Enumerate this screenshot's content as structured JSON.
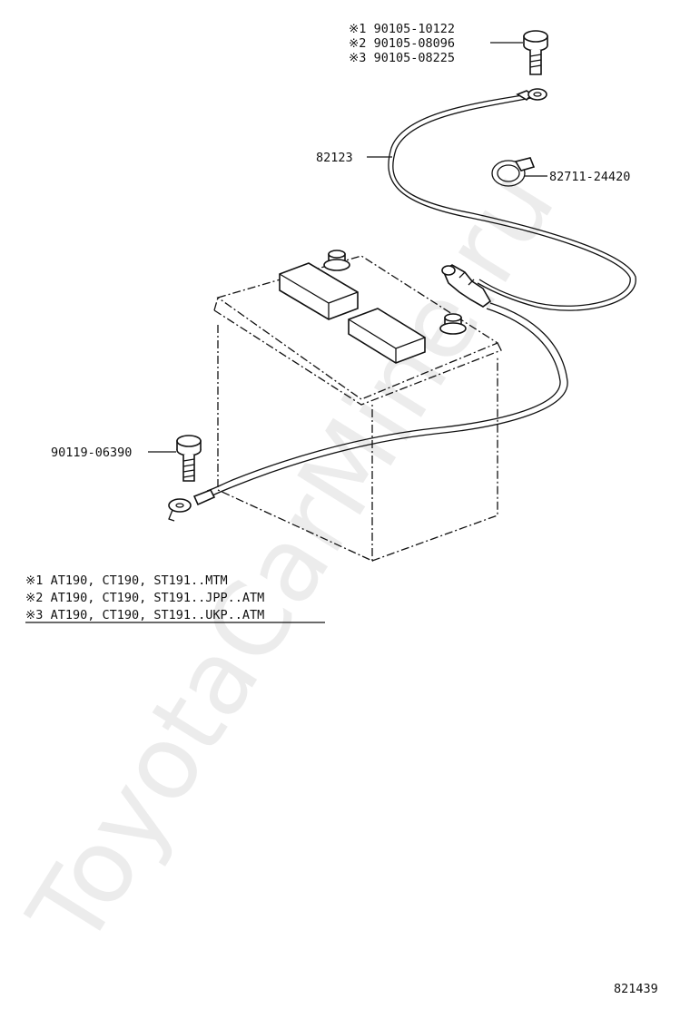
{
  "watermark": "ToyotaCarMine.ru",
  "callouts": {
    "bolt_top": [
      "※1  90105-10122",
      "※2  90105-08096",
      "※3  90105-08225"
    ],
    "cable": "82123",
    "clamp": "82711-24420",
    "bolt_ground": "90119-06390"
  },
  "notes": [
    "※1  AT190, CT190, ST191..MTM",
    "※2  AT190, CT190, ST191..JPP..ATM",
    "※3  AT190, CT190, ST191..UKP..ATM"
  ],
  "figure_number": "821439"
}
